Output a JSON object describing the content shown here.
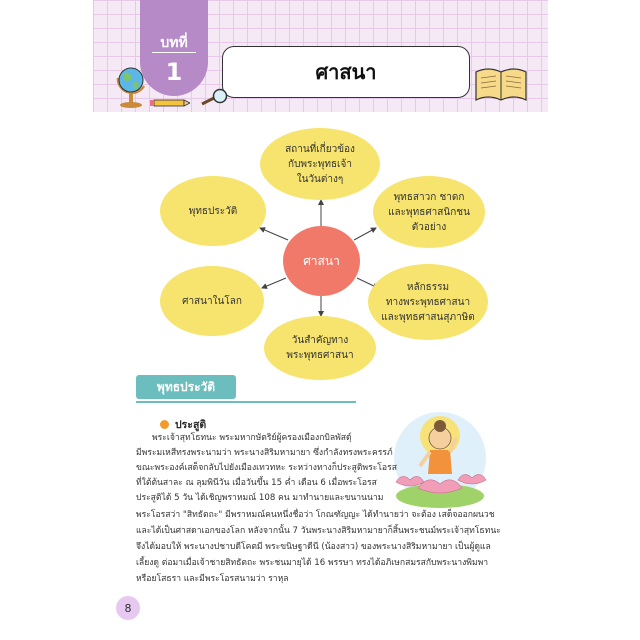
{
  "chapter": {
    "word": "บทที่",
    "number": "1"
  },
  "title": "ศาสนา",
  "mindmap": {
    "center": "ศาสนา",
    "nodes": {
      "top": [
        "สถานที่เกี่ยวข้อง",
        "กับพระพุทธเจ้า",
        "ในวันต่างๆ"
      ],
      "upper_right": [
        "พุทธสาวก ชาดก",
        "และพุทธศาสนิกชน",
        "ตัวอย่าง"
      ],
      "upper_left": [
        "พุทธประวัติ"
      ],
      "lower_left": [
        "ศาสนาในโลก"
      ],
      "lower_right": [
        "หลักธรรม",
        "ทางพระพุทธศาสนา",
        "และพุทธศาสนสุภาษิต"
      ],
      "bottom": [
        "วันสำคัญทาง",
        "พระพุทธศาสนา"
      ]
    }
  },
  "section": {
    "title": "พุทธประวัติ",
    "subheading": "ประสูติ"
  },
  "paragraph_lines": [
    "พระเจ้าสุทโธทนะ  พระมหากษัตริย์ผู้ครองเมืองกบิลพัสดุ์",
    "มีพระมเหสีทรงพระนามว่า พระนางสิริมหามายา ซึ่งกำลังทรงพระครรภ์",
    "ขณะพระองค์เสด็จกลับไปยังเมืองเทวทหะ ระหว่างทางก็ประสูติพระโอรส",
    "ที่ใต้ต้นสาละ ณ ลุมพินีวัน เมื่อวันขึ้น 15 ค่ำ เดือน 6 เมื่อพระโอรส",
    "ประสูติได้ 5 วัน ได้เชิญพราหมณ์ 108 คน มาทำนายและขนานนาม",
    "พระโอรสว่า \"สิทธัตถะ\" มีพราหมณ์คนหนึ่งชื่อว่า โกณฑัญญะ ได้ทำนายว่า จะต้อง เสด็จออกผนวช",
    "และได้เป็นศาสดาเอกของโลก หลังจากนั้น 7 วันพระนางสิริมหามายาก็สิ้นพระชนม์พระเจ้าสุทโธทนะ",
    "จึงได้มอบให้ พระนางปชาบดีโคตมี พระขนิษฐาดีนี (น้องสาว) ของพระนางสิริมหามายา เป็นผู้ดูแล",
    "เลี้ยงดู ต่อมาเมื่อเจ้าชายสิทธัตถะ พระชนมายุได้ 16 พรรษา ทรงได้อภิเษกสมรสกับพระนางพิมพา",
    "หรือยโสธรา และมีพระโอรสนามว่า ราหุล"
  ],
  "page_number": "8",
  "icons": [
    "globe-icon",
    "pencil-icon",
    "magnifier-icon",
    "open-book-icon",
    "buddha-lotus-illustration"
  ],
  "colors": {
    "header_bg": "#f6e9f6",
    "chapter_tab": "#b58ac7",
    "petal": "#f7e46e",
    "center": "#f0796a",
    "section": "#6cbdbd"
  }
}
